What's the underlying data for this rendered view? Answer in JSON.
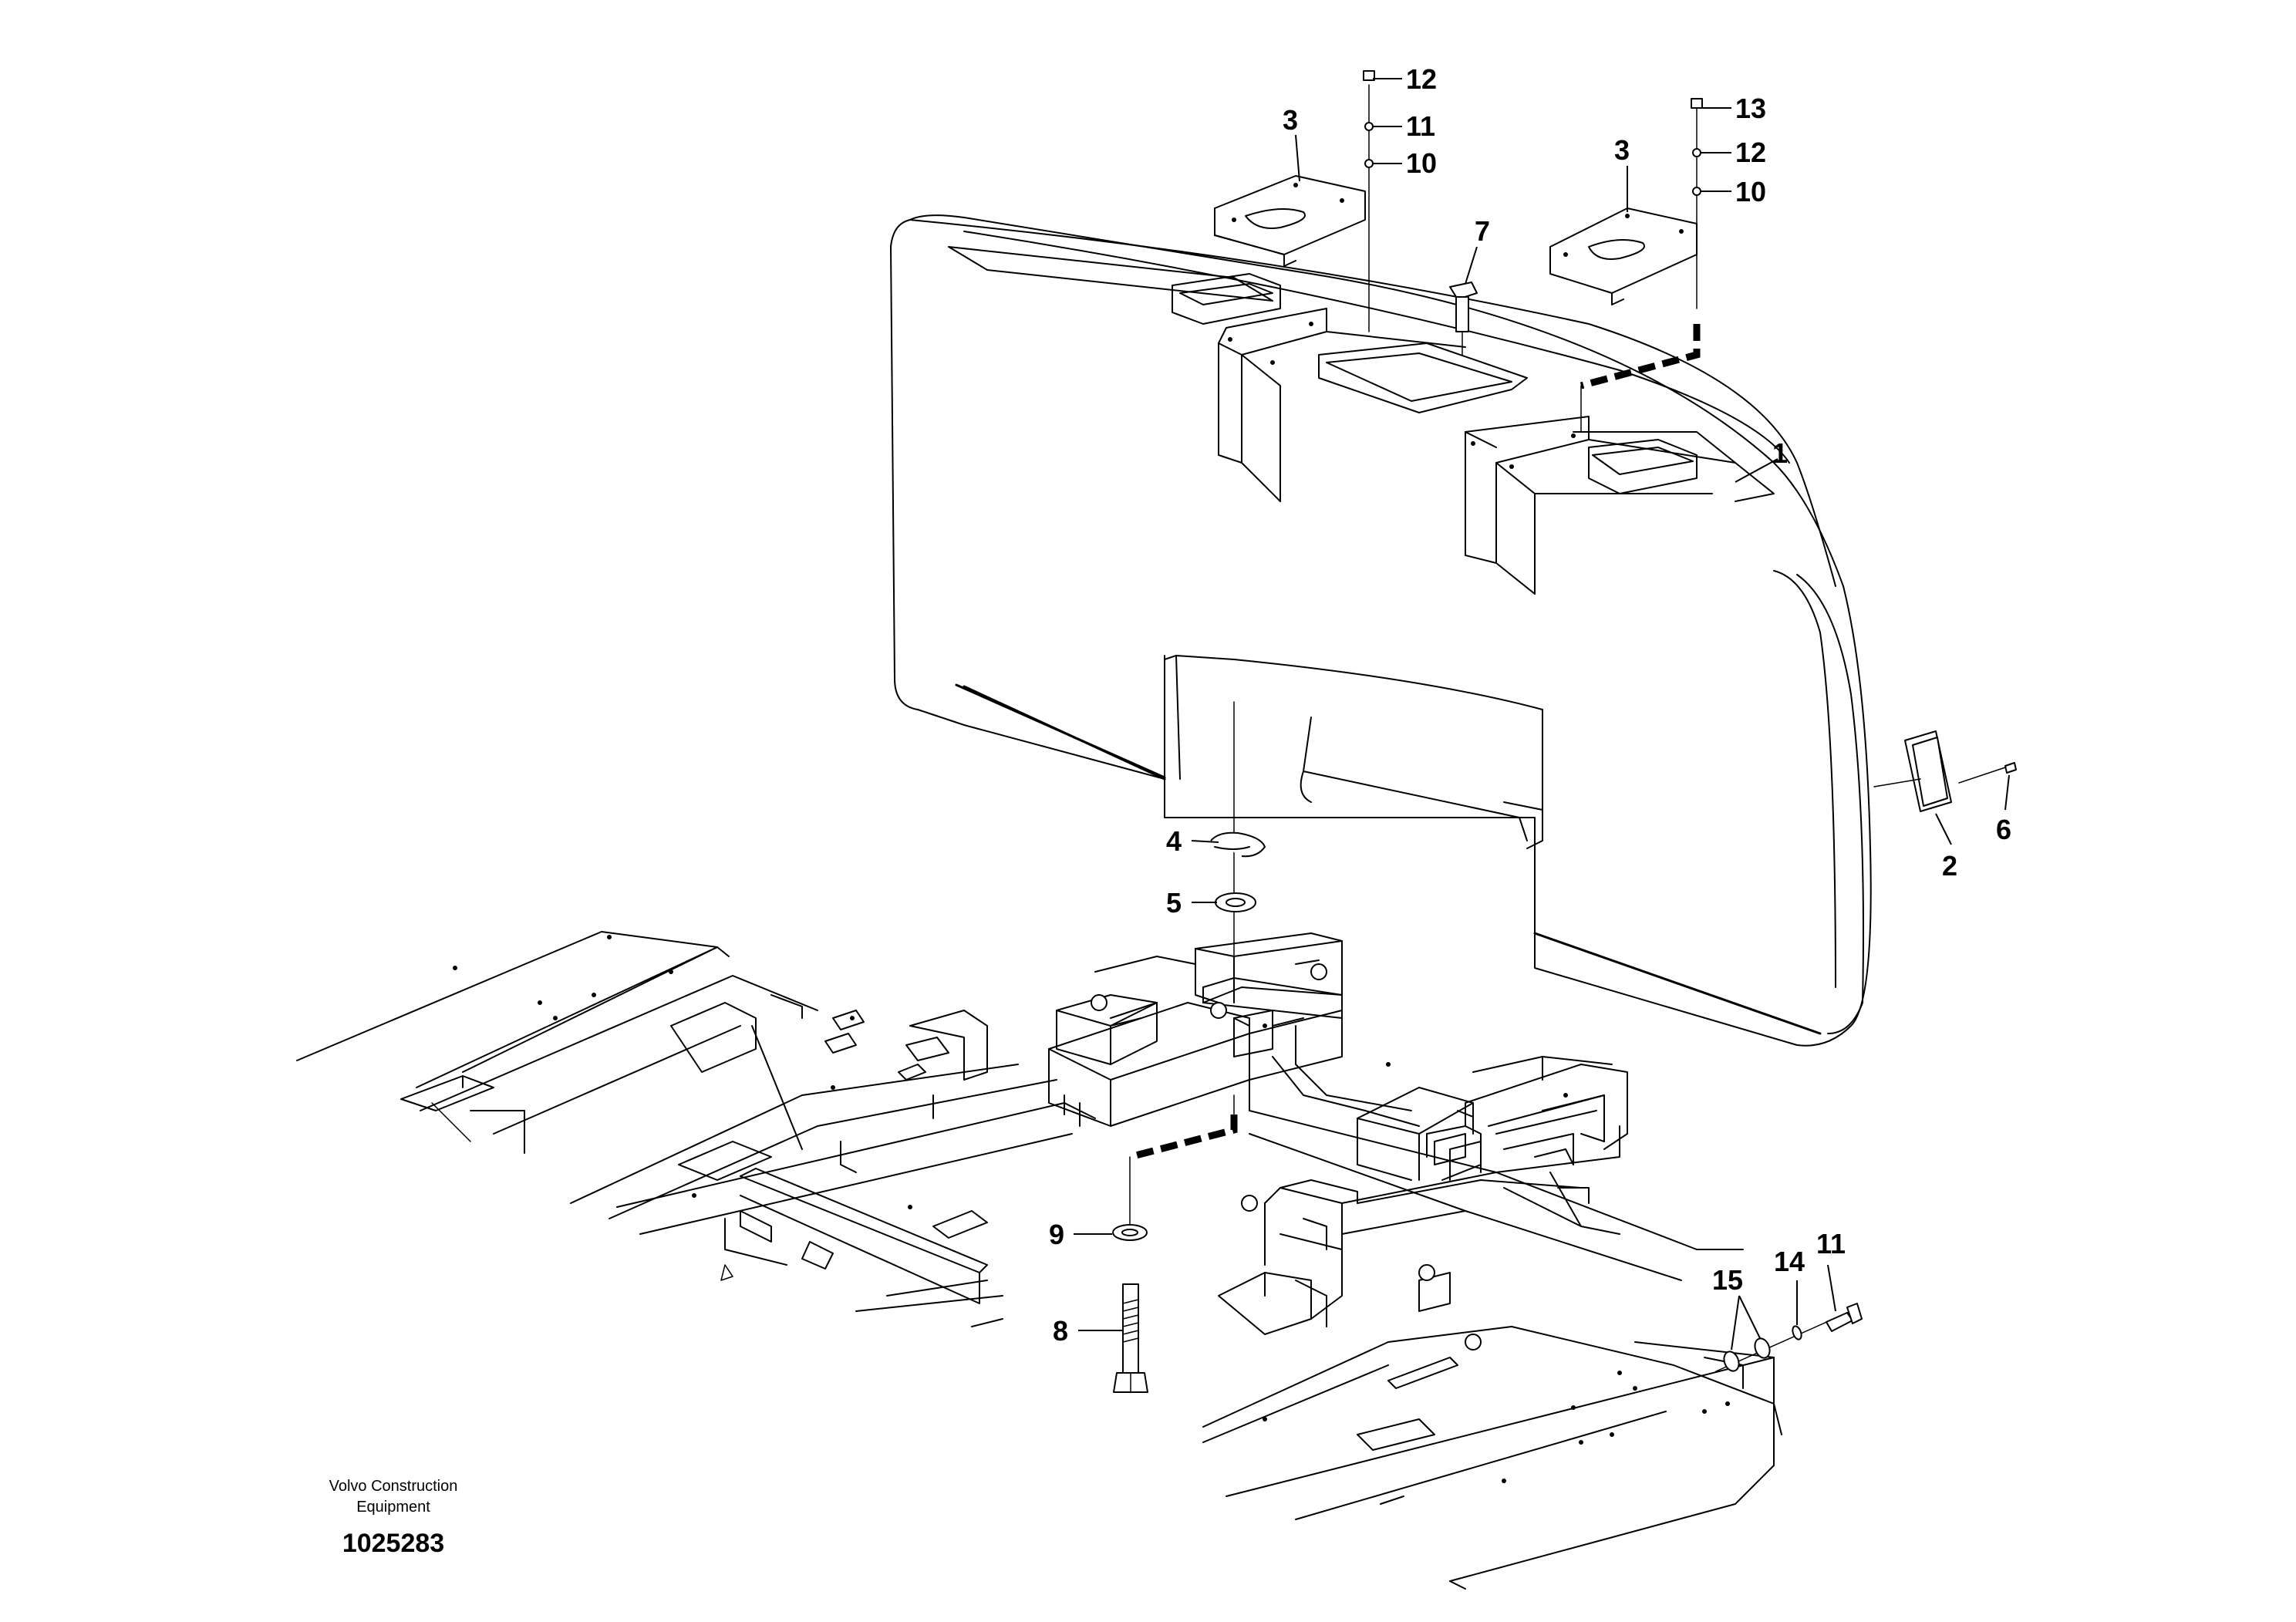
{
  "callouts": [
    {
      "id": "c1",
      "label": "1"
    },
    {
      "id": "c2",
      "label": "2"
    },
    {
      "id": "c3a",
      "label": "3"
    },
    {
      "id": "c3b",
      "label": "3"
    },
    {
      "id": "c4",
      "label": "4"
    },
    {
      "id": "c5",
      "label": "5"
    },
    {
      "id": "c6",
      "label": "6"
    },
    {
      "id": "c7",
      "label": "7"
    },
    {
      "id": "c8",
      "label": "8"
    },
    {
      "id": "c9",
      "label": "9"
    },
    {
      "id": "c10a",
      "label": "10"
    },
    {
      "id": "c10b",
      "label": "10"
    },
    {
      "id": "c11a",
      "label": "11"
    },
    {
      "id": "c11b",
      "label": "11"
    },
    {
      "id": "c12a",
      "label": "12"
    },
    {
      "id": "c12b",
      "label": "12"
    },
    {
      "id": "c13",
      "label": "13"
    },
    {
      "id": "c14",
      "label": "14"
    },
    {
      "id": "c15",
      "label": "15"
    }
  ],
  "publisher": {
    "line1": "Volvo Construction",
    "line2": "Equipment"
  },
  "figure_id": "1025283"
}
